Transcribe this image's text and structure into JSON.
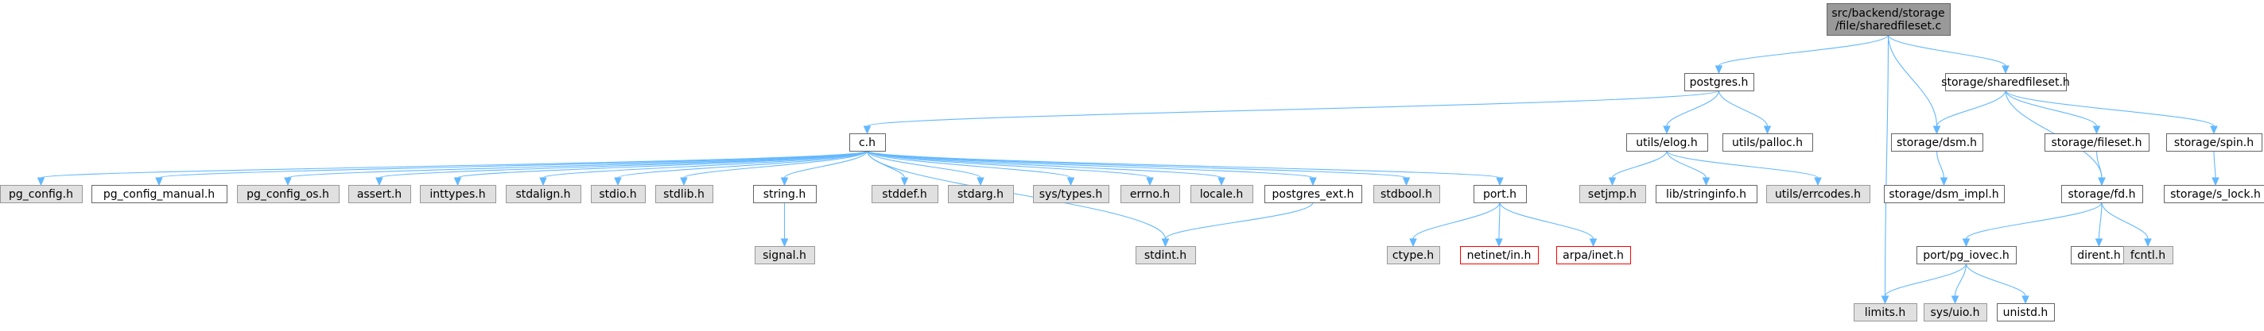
{
  "diagram": {
    "type": "include-dependency-graph",
    "nodes": [
      {
        "id": "root",
        "lines": [
          "src/backend/storage",
          "/file/sharedfileset.c"
        ],
        "style": "root"
      },
      {
        "id": "postgres_h",
        "lines": [
          "postgres.h"
        ],
        "style": "normal"
      },
      {
        "id": "storage_sharedfileset_h",
        "lines": [
          "storage/sharedfileset.h"
        ],
        "style": "normal"
      },
      {
        "id": "c_h",
        "lines": [
          "c.h"
        ],
        "style": "normal"
      },
      {
        "id": "utils_elog_h",
        "lines": [
          "utils/elog.h"
        ],
        "style": "normal"
      },
      {
        "id": "utils_palloc_h",
        "lines": [
          "utils/palloc.h"
        ],
        "style": "normal"
      },
      {
        "id": "storage_dsm_h",
        "lines": [
          "storage/dsm.h"
        ],
        "style": "normal"
      },
      {
        "id": "storage_fileset_h",
        "lines": [
          "storage/fileset.h"
        ],
        "style": "normal"
      },
      {
        "id": "storage_spin_h",
        "lines": [
          "storage/spin.h"
        ],
        "style": "normal"
      },
      {
        "id": "pg_config_h",
        "lines": [
          "pg_config.h"
        ],
        "style": "system"
      },
      {
        "id": "pg_config_manual_h",
        "lines": [
          "pg_config_manual.h"
        ],
        "style": "normal"
      },
      {
        "id": "pg_config_os_h",
        "lines": [
          "pg_config_os.h"
        ],
        "style": "system"
      },
      {
        "id": "assert_h",
        "lines": [
          "assert.h"
        ],
        "style": "system"
      },
      {
        "id": "inttypes_h",
        "lines": [
          "inttypes.h"
        ],
        "style": "system"
      },
      {
        "id": "stdalign_h",
        "lines": [
          "stdalign.h"
        ],
        "style": "system"
      },
      {
        "id": "stdio_h",
        "lines": [
          "stdio.h"
        ],
        "style": "system"
      },
      {
        "id": "stdlib_h",
        "lines": [
          "stdlib.h"
        ],
        "style": "system"
      },
      {
        "id": "string_h",
        "lines": [
          "string.h"
        ],
        "style": "normal"
      },
      {
        "id": "stddef_h",
        "lines": [
          "stddef.h"
        ],
        "style": "system"
      },
      {
        "id": "stdarg_h",
        "lines": [
          "stdarg.h"
        ],
        "style": "system"
      },
      {
        "id": "sys_types_h",
        "lines": [
          "sys/types.h"
        ],
        "style": "system"
      },
      {
        "id": "errno_h",
        "lines": [
          "errno.h"
        ],
        "style": "system"
      },
      {
        "id": "locale_h",
        "lines": [
          "locale.h"
        ],
        "style": "system"
      },
      {
        "id": "postgres_ext_h",
        "lines": [
          "postgres_ext.h"
        ],
        "style": "normal"
      },
      {
        "id": "stdbool_h",
        "lines": [
          "stdbool.h"
        ],
        "style": "system"
      },
      {
        "id": "port_h",
        "lines": [
          "port.h"
        ],
        "style": "normal"
      },
      {
        "id": "setjmp_h",
        "lines": [
          "setjmp.h"
        ],
        "style": "system"
      },
      {
        "id": "lib_stringinfo_h",
        "lines": [
          "lib/stringinfo.h"
        ],
        "style": "normal"
      },
      {
        "id": "utils_errcodes_h",
        "lines": [
          "utils/errcodes.h"
        ],
        "style": "system"
      },
      {
        "id": "storage_dsm_impl_h",
        "lines": [
          "storage/dsm_impl.h"
        ],
        "style": "normal"
      },
      {
        "id": "storage_fd_h",
        "lines": [
          "storage/fd.h"
        ],
        "style": "normal"
      },
      {
        "id": "storage_s_lock_h",
        "lines": [
          "storage/s_lock.h"
        ],
        "style": "normal"
      },
      {
        "id": "signal_h",
        "lines": [
          "signal.h"
        ],
        "style": "system"
      },
      {
        "id": "stdint_h",
        "lines": [
          "stdint.h"
        ],
        "style": "system"
      },
      {
        "id": "ctype_h",
        "lines": [
          "ctype.h"
        ],
        "style": "system"
      },
      {
        "id": "netinet_in_h",
        "lines": [
          "netinet/in.h"
        ],
        "style": "missing"
      },
      {
        "id": "arpa_inet_h",
        "lines": [
          "arpa/inet.h"
        ],
        "style": "missing"
      },
      {
        "id": "port_pg_iovec_h",
        "lines": [
          "port/pg_iovec.h"
        ],
        "style": "normal"
      },
      {
        "id": "dirent_h",
        "lines": [
          "dirent.h"
        ],
        "style": "normal"
      },
      {
        "id": "fcntl_h",
        "lines": [
          "fcntl.h"
        ],
        "style": "system"
      },
      {
        "id": "limits_h",
        "lines": [
          "limits.h"
        ],
        "style": "system"
      },
      {
        "id": "sys_uio_h",
        "lines": [
          "sys/uio.h"
        ],
        "style": "system"
      },
      {
        "id": "unistd_h",
        "lines": [
          "unistd.h"
        ],
        "style": "normal"
      }
    ],
    "edges": [
      [
        "root",
        "postgres_h"
      ],
      [
        "root",
        "storage_sharedfileset_h"
      ],
      [
        "root",
        "storage_dsm_h"
      ],
      [
        "root",
        "limits_h"
      ],
      [
        "postgres_h",
        "c_h"
      ],
      [
        "postgres_h",
        "utils_elog_h"
      ],
      [
        "postgres_h",
        "utils_palloc_h"
      ],
      [
        "storage_sharedfileset_h",
        "storage_dsm_h"
      ],
      [
        "storage_sharedfileset_h",
        "storage_fileset_h"
      ],
      [
        "storage_sharedfileset_h",
        "storage_spin_h"
      ],
      [
        "storage_sharedfileset_h",
        "storage_fd_h"
      ],
      [
        "c_h",
        "pg_config_h"
      ],
      [
        "c_h",
        "pg_config_manual_h"
      ],
      [
        "c_h",
        "pg_config_os_h"
      ],
      [
        "c_h",
        "assert_h"
      ],
      [
        "c_h",
        "inttypes_h"
      ],
      [
        "c_h",
        "stdalign_h"
      ],
      [
        "c_h",
        "stdio_h"
      ],
      [
        "c_h",
        "stdlib_h"
      ],
      [
        "c_h",
        "string_h"
      ],
      [
        "c_h",
        "stddef_h"
      ],
      [
        "c_h",
        "stdarg_h"
      ],
      [
        "c_h",
        "sys_types_h"
      ],
      [
        "c_h",
        "errno_h"
      ],
      [
        "c_h",
        "locale_h"
      ],
      [
        "c_h",
        "postgres_ext_h"
      ],
      [
        "c_h",
        "stdbool_h"
      ],
      [
        "c_h",
        "port_h"
      ],
      [
        "c_h",
        "stdint_h"
      ],
      [
        "utils_elog_h",
        "setjmp_h"
      ],
      [
        "utils_elog_h",
        "lib_stringinfo_h"
      ],
      [
        "utils_elog_h",
        "utils_errcodes_h"
      ],
      [
        "storage_dsm_h",
        "storage_dsm_impl_h"
      ],
      [
        "storage_fileset_h",
        "storage_fd_h"
      ],
      [
        "storage_spin_h",
        "storage_s_lock_h"
      ],
      [
        "string_h",
        "signal_h"
      ],
      [
        "postgres_ext_h",
        "stdint_h"
      ],
      [
        "port_h",
        "ctype_h"
      ],
      [
        "port_h",
        "netinet_in_h"
      ],
      [
        "port_h",
        "arpa_inet_h"
      ],
      [
        "storage_fd_h",
        "port_pg_iovec_h"
      ],
      [
        "storage_fd_h",
        "dirent_h"
      ],
      [
        "storage_fd_h",
        "fcntl_h"
      ],
      [
        "port_pg_iovec_h",
        "limits_h"
      ],
      [
        "port_pg_iovec_h",
        "sys_uio_h"
      ],
      [
        "port_pg_iovec_h",
        "unistd_h"
      ]
    ]
  },
  "colors": {
    "root_fill": "#999999",
    "root_border": "#666666",
    "normal_fill": "#ffffff",
    "normal_border": "#666666",
    "system_fill": "#e0e0e0",
    "system_border": "#999999",
    "missing_fill": "#ffffff",
    "missing_border": "#ff0000",
    "edge": "#63b8ff",
    "text": "#000000"
  }
}
